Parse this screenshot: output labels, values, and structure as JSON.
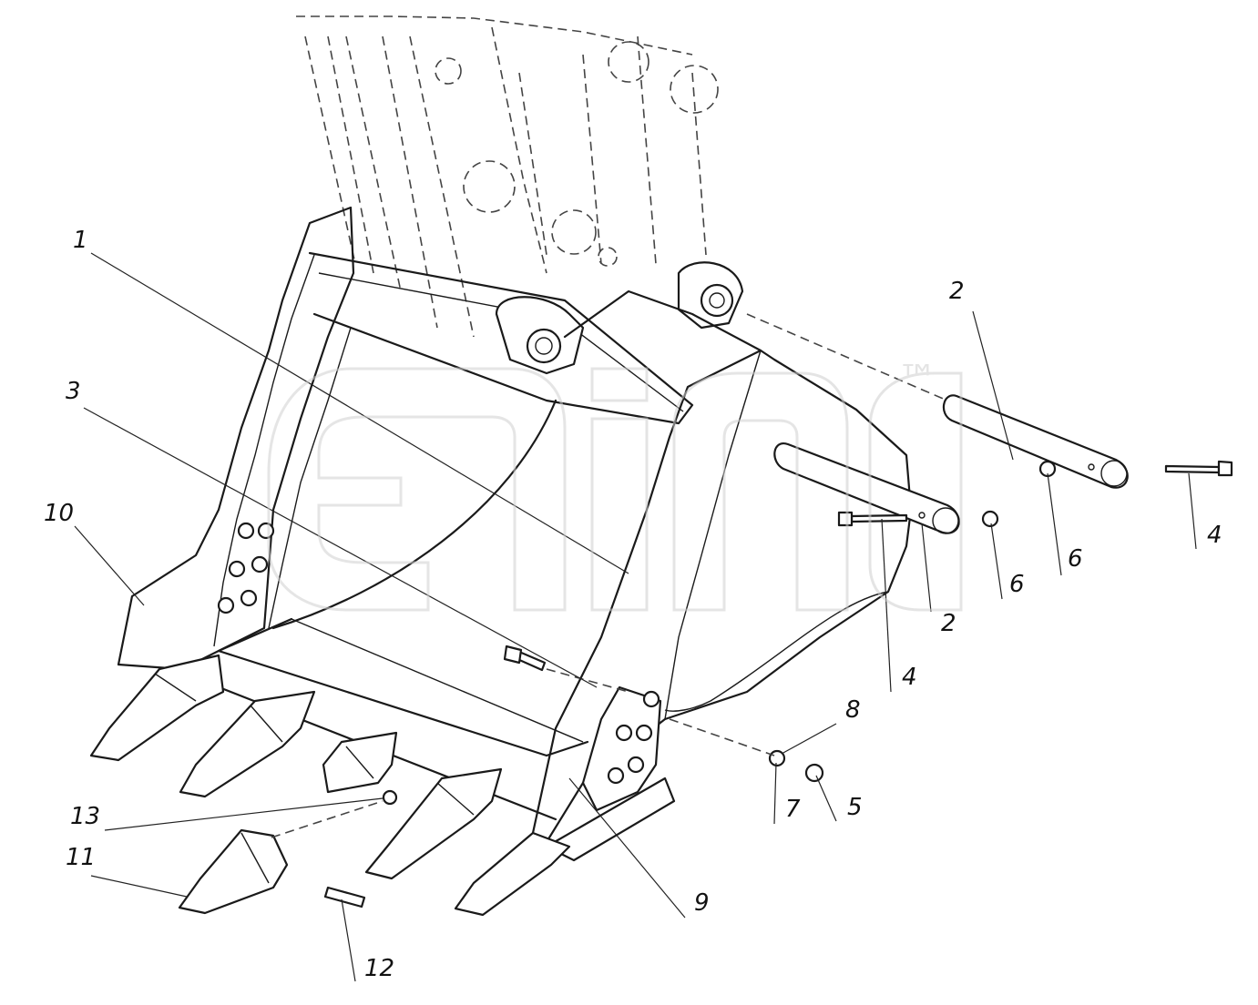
{
  "callouts": [
    {
      "id": "c1",
      "text": "1"
    },
    {
      "id": "c2a",
      "text": "2"
    },
    {
      "id": "c2b",
      "text": "2"
    },
    {
      "id": "c3",
      "text": "3"
    },
    {
      "id": "c4a",
      "text": "4"
    },
    {
      "id": "c4b",
      "text": "4"
    },
    {
      "id": "c5",
      "text": "5"
    },
    {
      "id": "c6a",
      "text": "6"
    },
    {
      "id": "c6b",
      "text": "6"
    },
    {
      "id": "c7",
      "text": "7"
    },
    {
      "id": "c8",
      "text": "8"
    },
    {
      "id": "c9",
      "text": "9"
    },
    {
      "id": "c10",
      "text": "10"
    },
    {
      "id": "c11",
      "text": "11"
    },
    {
      "id": "c12",
      "text": "12"
    },
    {
      "id": "c13",
      "text": "13"
    }
  ],
  "watermark": {
    "tm": "™"
  },
  "colors": {
    "line": "#1a1a1a",
    "watermark": "#cfcfcf",
    "background": "#ffffff"
  }
}
